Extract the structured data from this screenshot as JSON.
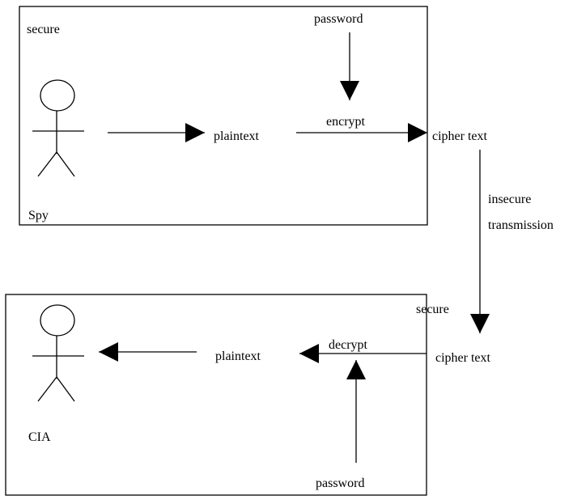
{
  "labels": {
    "secure_top": "secure",
    "password_top": "password",
    "plaintext_top": "plaintext",
    "encrypt": "encrypt",
    "cipher_text_top": "cipher text",
    "spy": "Spy",
    "insecure": "insecure",
    "transmission": "transmission",
    "secure_bottom": "secure",
    "plaintext_bottom": "plaintext",
    "decrypt": "decrypt",
    "cipher_text_bottom": "cipher text",
    "cia": "CIA",
    "password_bottom": "password"
  },
  "icons": {
    "sender": "stick-figure-icon",
    "receiver": "stick-figure-icon"
  },
  "colors": {
    "stroke": "#000000",
    "background": "#ffffff"
  }
}
